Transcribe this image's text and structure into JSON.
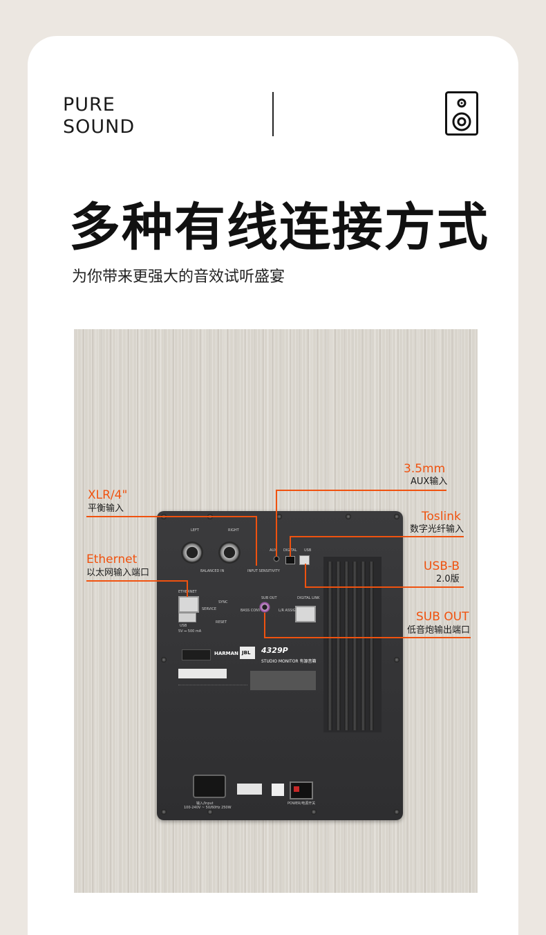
{
  "header": {
    "brand_line1": "PURE",
    "brand_line2": "SOUND",
    "icon": "speaker-icon"
  },
  "hero": {
    "title": "多种有线连接方式",
    "subtitle": "为你带来更强大的音效试听盛宴"
  },
  "product": {
    "model": "4329P",
    "model_sub": "STUDIO MONITOR 有源音箱",
    "brand_harman": "HARMAN",
    "brand_jbl": "JBL"
  },
  "callouts": {
    "xlr": {
      "title": "XLR/4\"",
      "desc": "平衡输入"
    },
    "ethernet": {
      "title": "Ethernet",
      "desc": "以太网输入端口"
    },
    "aux": {
      "title": "3.5mm",
      "desc": "AUX输入"
    },
    "toslink": {
      "title": "Toslink",
      "desc": "数字光纤输入"
    },
    "usbb": {
      "title": "USB-B",
      "desc": "2.0版"
    },
    "subout": {
      "title": "SUB OUT",
      "desc": "低音炮输出端口"
    }
  },
  "panel_labels": {
    "left": "LEFT",
    "right": "RIGHT",
    "balanced_in": "BALANCED IN",
    "input_sensitivity": "INPUT SENSITIVITY",
    "ethernet": "ETHERNET",
    "usb": "USB",
    "usb_power": "5V ⎓ 500 mA",
    "service": "SERVICE",
    "sync": "SYNC",
    "reset": "RESET",
    "bass_contour": "BASS CONTOUR",
    "sub_out": "SUB OUT",
    "lr_assign": "L/R ASSIGN",
    "digital_link": "DIGITAL LINK",
    "aux": "AUX",
    "digital": "DIGITAL",
    "usb_top": "USB",
    "input": "输入/Input",
    "input_spec": "100-240V ~ 50/60Hz 250W",
    "power": "POWER/电源开关"
  },
  "colors": {
    "accent": "#f0520f",
    "panel": "#333335",
    "background": "#ece7e1"
  }
}
